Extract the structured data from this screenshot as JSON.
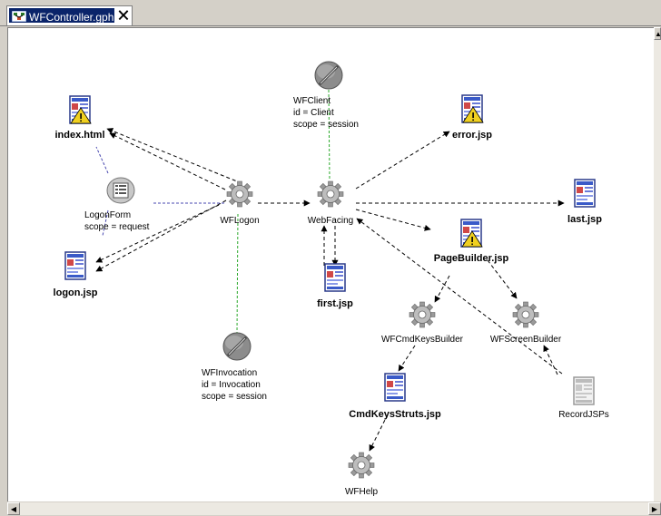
{
  "tab": {
    "title": "WFController.gph",
    "close_glyph": "🗙",
    "icon": "graph-file-icon"
  },
  "colors": {
    "tab_selected": "#0a246a",
    "canvas": "#ffffff",
    "chrome": "#d4d0c8",
    "edge": "#000000",
    "edge_blue": "#4a4ab0",
    "edge_green": "#2aa82a"
  },
  "nodes": {
    "index": {
      "lines": [
        "index.html"
      ],
      "icon": "jsp-warning-page-icon"
    },
    "logonform": {
      "lines": [
        "LogonForm",
        "scope = request"
      ],
      "icon": "form-bean-icon"
    },
    "logon": {
      "lines": [
        "logon.jsp"
      ],
      "icon": "jsp-page-icon"
    },
    "wflogon": {
      "lines": [
        "WFLogon"
      ],
      "icon": "gear-action-icon"
    },
    "wfinvocation": {
      "lines": [
        "WFInvocation",
        "id = Invocation",
        "scope = session"
      ],
      "icon": "bean-pill-icon"
    },
    "wfclient": {
      "lines": [
        "WFClient",
        "id = Client",
        "scope = session"
      ],
      "icon": "bean-pill-icon"
    },
    "webfacing": {
      "lines": [
        "WebFacing"
      ],
      "icon": "gear-action-icon"
    },
    "first": {
      "lines": [
        "first.jsp"
      ],
      "icon": "jsp-page-icon"
    },
    "error": {
      "lines": [
        "error.jsp"
      ],
      "icon": "jsp-warning-page-icon"
    },
    "last": {
      "lines": [
        "last.jsp"
      ],
      "icon": "jsp-page-icon"
    },
    "pagebuilder": {
      "lines": [
        "PageBuilder.jsp"
      ],
      "icon": "jsp-warning-page-icon"
    },
    "wfcmdkeysbuilder": {
      "lines": [
        "WFCmdKeysBuilder"
      ],
      "icon": "gear-action-icon"
    },
    "wfscreenbuilder": {
      "lines": [
        "WFScreenBuilder"
      ],
      "icon": "gear-action-icon"
    },
    "recordjsps": {
      "lines": [
        "RecordJSPs"
      ],
      "icon": "jsp-disabled-page-icon"
    },
    "cmdkeysstruts": {
      "lines": [
        "CmdKeysStruts.jsp"
      ],
      "icon": "jsp-page-icon"
    },
    "wfhelp": {
      "lines": [
        "WFHelp"
      ],
      "icon": "gear-action-icon"
    }
  },
  "scroll": {
    "left_arrow": "◀",
    "right_arrow": "▶",
    "up_arrow": "▲"
  }
}
